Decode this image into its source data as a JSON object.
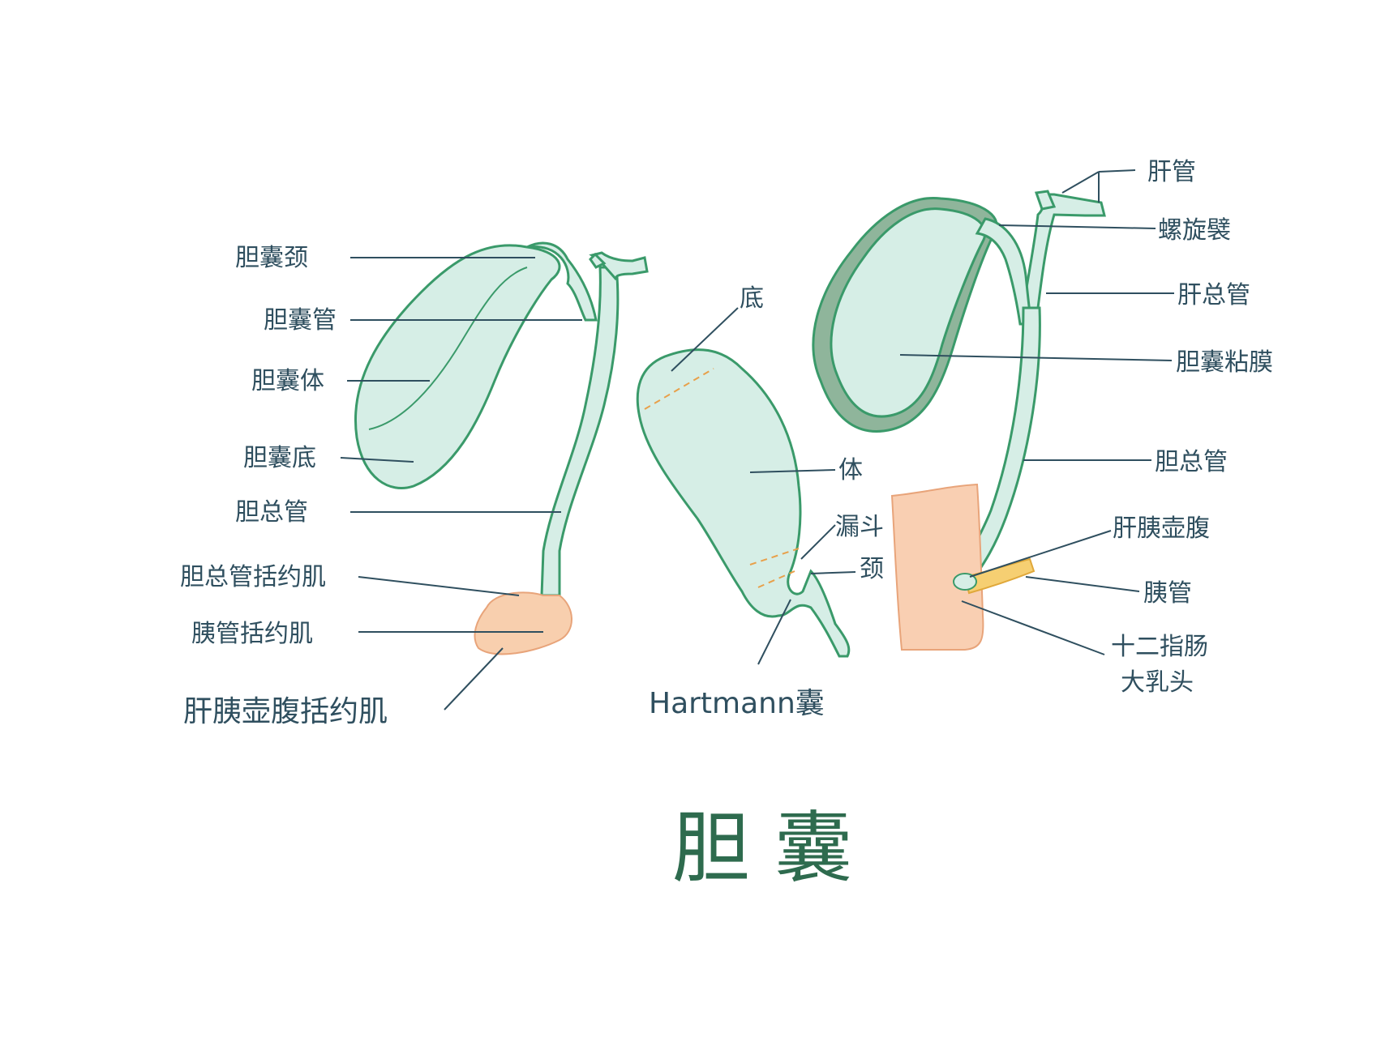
{
  "title": "胆 囊",
  "colors": {
    "organ_fill": "#d6eee6",
    "organ_stroke": "#3a9a6a",
    "wall_dark": "#8fb59b",
    "muscle": "#f8cfae",
    "duodenum": "#f9cfb2",
    "pancreatic": "#f6cf72",
    "text": "#2f4f5f"
  },
  "left_figure": {
    "labels": [
      "胆囊颈",
      "胆囊管",
      "胆囊体",
      "胆囊底",
      "胆总管",
      "胆总管括约肌",
      "胰管括约肌",
      "肝胰壶腹括约肌"
    ]
  },
  "middle_figure": {
    "labels": [
      "底",
      "体",
      "漏斗",
      "颈",
      "Hartmann囊"
    ]
  },
  "right_figure": {
    "labels": [
      "肝管",
      "螺旋襞",
      "肝总管",
      "胆囊粘膜",
      "胆总管",
      "肝胰壶腹",
      "胰管",
      "十二指肠",
      "大乳头"
    ]
  }
}
